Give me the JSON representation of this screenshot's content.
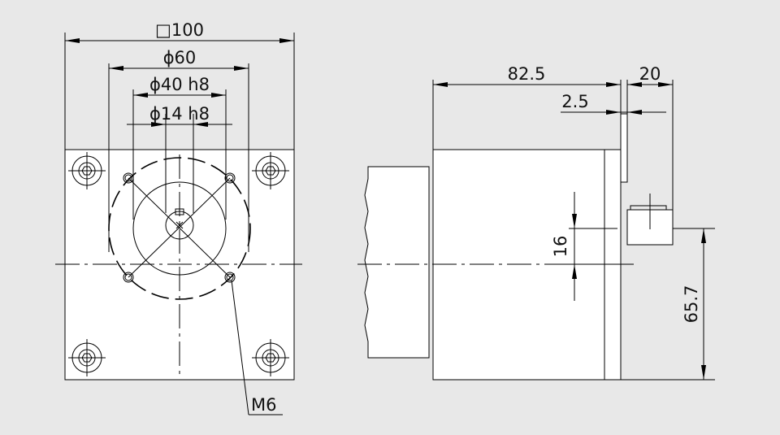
{
  "front_view": {
    "square_size": "□100",
    "pitch_circle": "ϕ60",
    "pilot_diameter": "ϕ40 h8",
    "shaft_diameter": "ϕ14 h8",
    "thread": "M6"
  },
  "side_view": {
    "body_length": "82.5",
    "flange_thickness": "2.5",
    "shaft_length": "20",
    "key_height": "16",
    "shaft_height": "65.7"
  }
}
